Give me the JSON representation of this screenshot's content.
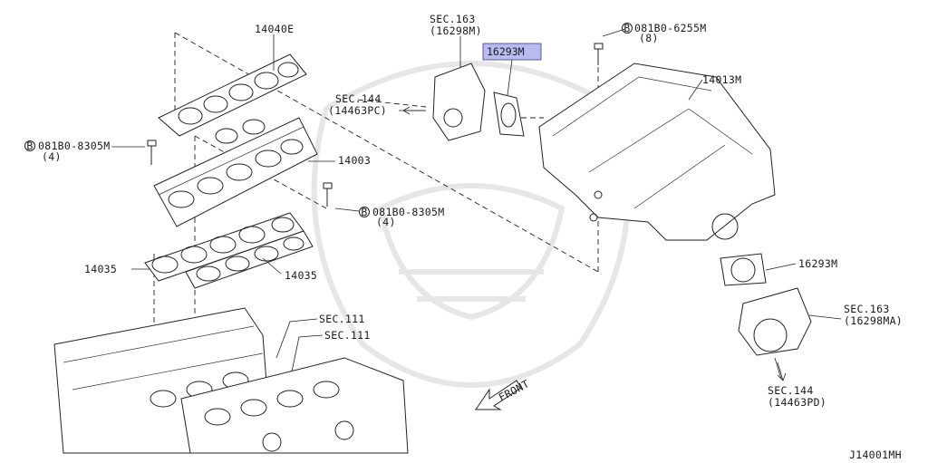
{
  "diagram_id": "J14001MH",
  "highlight_color": "#b9bbf0",
  "labels": {
    "gasket_upper": "14040E",
    "sec163_top_1": "SEC.163",
    "sec163_top_2": "(16298M)",
    "highlight_part": "16293M",
    "bolt_top_1": "081B0-6255M",
    "bolt_top_2": "(8)",
    "sec144_left_1": "SEC.144",
    "sec144_left_2": "(14463PC)",
    "collector": "14013M",
    "bolt_left_1": "081B0-8305M",
    "bolt_left_2": "(4)",
    "manifold": "14003",
    "bolt_mid_1": "081B0-8305M",
    "bolt_mid_2": "(4)",
    "gasket_lower_left": "14035",
    "gasket_lower_right": "14035",
    "gasket_right": "16293M",
    "sec111_a": "SEC.111",
    "sec111_b": "SEC.111",
    "sec163_right_1": "SEC.163",
    "sec163_right_2": "(16298MA)",
    "sec144_right_1": "SEC.144",
    "sec144_right_2": "(14463PD)",
    "front": "FRONT",
    "bolt_symbol": "B"
  }
}
